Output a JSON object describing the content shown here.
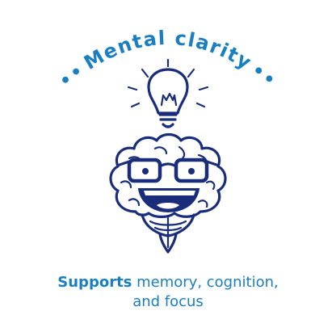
{
  "heading": {
    "prefix_dots": "•••",
    "title": "Mental clarity",
    "suffix_dots": "•••"
  },
  "caption": {
    "emphasis": "Supports",
    "line1_rest": " memory, cognition,",
    "line2": "and focus"
  },
  "colors": {
    "accent_blue": "#1a7fc1",
    "ink_navy": "#1a2d7a"
  },
  "icons": [
    "lightbulb-icon",
    "brain-mascot-icon",
    "glasses-icon"
  ]
}
